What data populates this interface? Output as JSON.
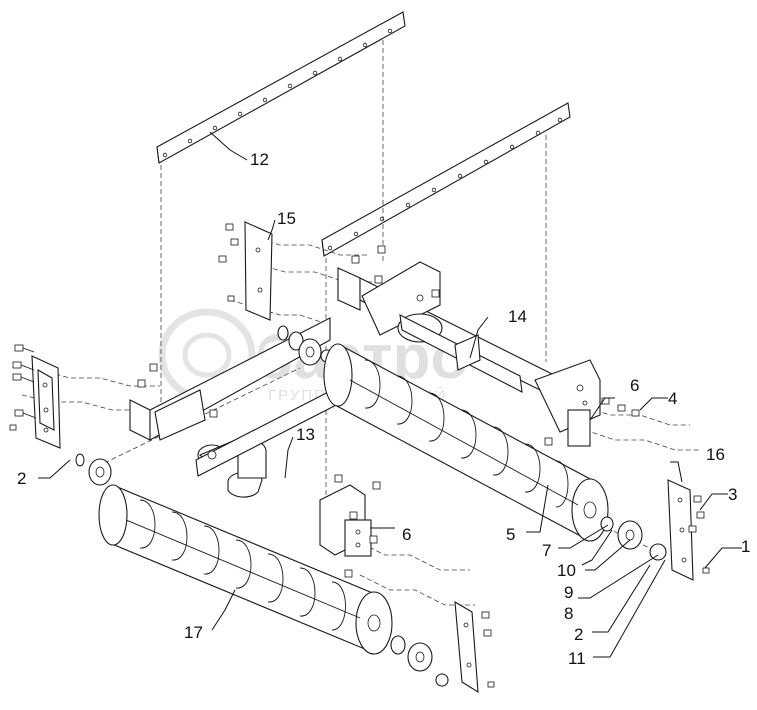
{
  "watermark": {
    "brand": "бастро",
    "tagline": "ГРУППА КОМПАНИЙ"
  },
  "callouts": [
    {
      "id": "c1",
      "text": "1"
    },
    {
      "id": "c2a",
      "text": "2"
    },
    {
      "id": "c2b",
      "text": "2"
    },
    {
      "id": "c3",
      "text": "3"
    },
    {
      "id": "c4",
      "text": "4"
    },
    {
      "id": "c5",
      "text": "5"
    },
    {
      "id": "c6a",
      "text": "6"
    },
    {
      "id": "c6b",
      "text": "6"
    },
    {
      "id": "c7",
      "text": "7"
    },
    {
      "id": "c8",
      "text": "8"
    },
    {
      "id": "c9",
      "text": "9"
    },
    {
      "id": "c10",
      "text": "10"
    },
    {
      "id": "c11",
      "text": "11"
    },
    {
      "id": "c12",
      "text": "12"
    },
    {
      "id": "c13",
      "text": "13"
    },
    {
      "id": "c14",
      "text": "14"
    },
    {
      "id": "c15",
      "text": "15"
    },
    {
      "id": "c16",
      "text": "16"
    },
    {
      "id": "c17",
      "text": "17"
    }
  ]
}
